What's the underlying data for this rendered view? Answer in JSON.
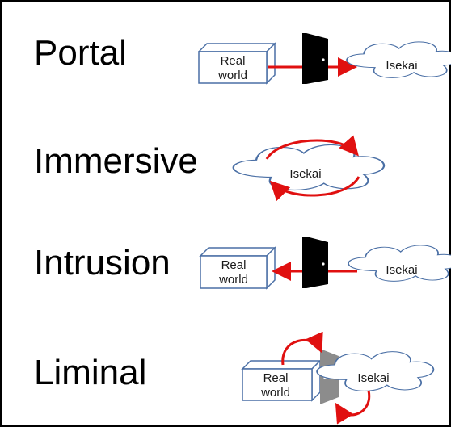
{
  "rows": [
    {
      "heading": "Portal"
    },
    {
      "heading": "Immersive"
    },
    {
      "heading": "Intrusion"
    },
    {
      "heading": "Liminal"
    }
  ],
  "labels": {
    "real_world_line1": "Real",
    "real_world_line2": "world",
    "isekai": "Isekai"
  },
  "colors": {
    "arrow": "#e01010",
    "box_stroke": "#4a6fa5",
    "cloud_stroke": "#4a6fa5",
    "door": "#000000",
    "open_door": "#8c8c8c"
  }
}
